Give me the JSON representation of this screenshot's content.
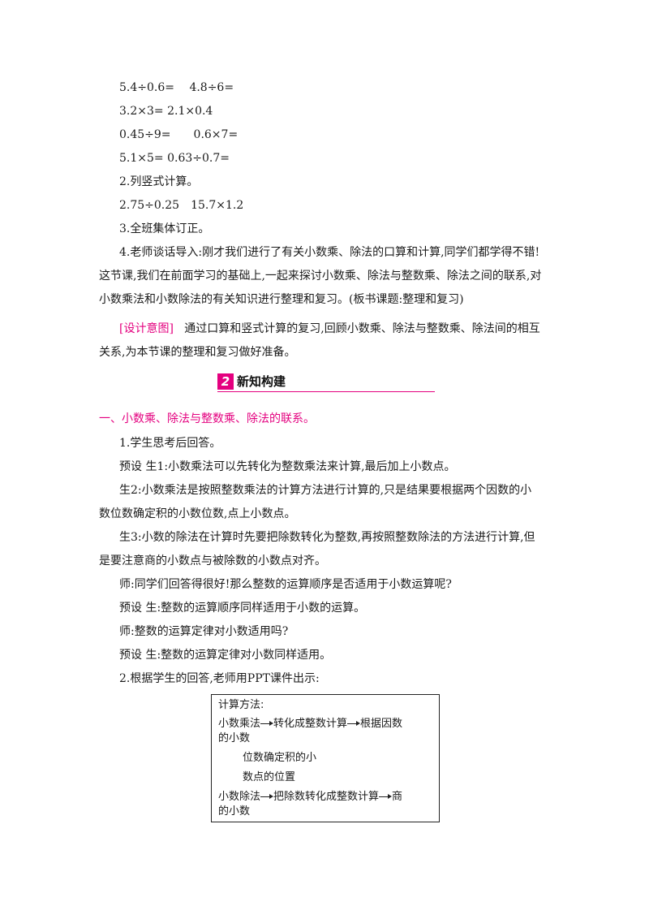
{
  "warmup": {
    "row1": "5.4÷0.6=　 4.8÷6=",
    "row2": "3.2×3= 2.1×0.4",
    "row3": "0.45÷9=　　0.6×7=",
    "row4": "5.1×5= 0.63÷0.7="
  },
  "item2": "2.列竖式计算。",
  "vertical_calc": "2.75÷0.25　15.7×1.2",
  "item3": "3.全班集体订正。",
  "item4": {
    "line1": "4.老师谈话导入:刚才我们进行了有关小数乘、除法的口算和计算,同学们都学得不错!",
    "line2": "这节课,我们在前面学习的基础上,一起来探讨小数乘、除法与整数乘、除法之间的联系,对",
    "line3": "小数乘法和小数除法的有关知识进行整理和复习。(板书课题:整理和复习)"
  },
  "design_intent": {
    "tag": "[设计意图]",
    "line1": "通过口算和竖式计算的复习,回顾小数乘、除法与整数乘、除法间的相互",
    "line2": "关系,为本节课的整理和复习做好准备。"
  },
  "section": {
    "number": "2",
    "title": "新知构建"
  },
  "part1_heading": "一、小数乘、除法与整数乘、除法的联系。",
  "discussion": {
    "q1": "1.学生思考后回答。",
    "s1": "预设 生1:小数乘法可以先转化为整数乘法来计算,最后加上小数点。",
    "s2_line1": "生2:小数乘法是按照整数乘法的计算方法进行计算的,只是结果要根据两个因数的小",
    "s2_line2": "数位数确定积的小数位数,点上小数点。",
    "s3_line1": "生3:小数的除法在计算时先要把除数转化为整数,再按照整数除法的方法进行计算,但",
    "s3_line2": "是要注意商的小数点与被除数的小数点对齐。",
    "t1": "师:同学们回答得很好!那么整数的运算顺序是否适用于小数运算呢?",
    "a1": "预设 生:整数的运算顺序同样适用于小数的运算。",
    "t2": "师:整数的运算定律对小数适用吗?",
    "a2": "预设 生:整数的运算定律对小数同样适用。",
    "q2": "2.根据学生的回答,老师用PPT课件出示:"
  },
  "method_box": {
    "title": "计算方法:",
    "mul_a": "小数乘法",
    "mul_b": "转化成整数计算",
    "mul_c": "根据因数",
    "mul_d": "的小数",
    "mul_e": "位数确定积的小",
    "mul_f": "数点的位置",
    "div_a": "小数除法",
    "div_b": "把除数转化成整数计算",
    "div_c": "商",
    "div_d": "的小数"
  }
}
